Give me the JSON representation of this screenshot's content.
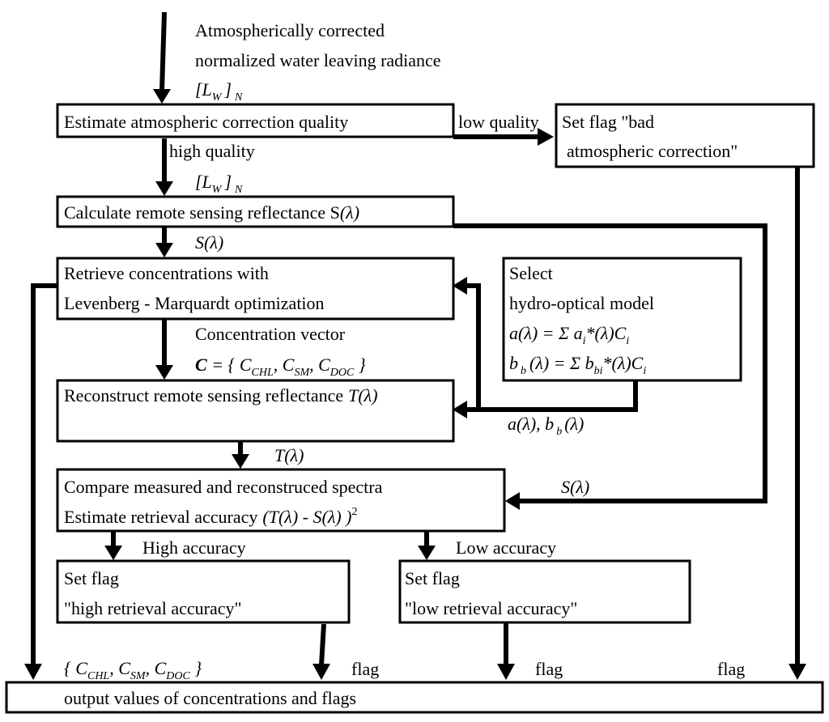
{
  "input": {
    "line1": "Atmospherically corrected",
    "line2": "normalized water leaving radiance",
    "symbol_a": "[L",
    "symbol_sub": "W",
    "symbol_b": "]",
    "symbol_n": "N"
  },
  "boxes": {
    "estimate_quality": "Estimate atmospheric correction quality",
    "bad_flag_line1": "Set flag \"bad",
    "bad_flag_line2": "atmospheric correction\"",
    "calc_reflectance": "Calculate remote sensing reflectance S",
    "calc_reflectance_lambda": "(λ)",
    "retrieve_line1": "Retrieve concentrations with",
    "retrieve_line2": "Levenberg - Marquardt optimization",
    "select_line1": "Select",
    "select_line2": "hydro-optical model",
    "select_eq1_left": "a(λ) = Σ a",
    "select_eq1_sub1": "i",
    "select_eq1_mid": "*(λ)C",
    "select_eq1_sub2": "i",
    "select_eq2_left": "b",
    "select_eq2_sub0": "b",
    "select_eq2_mid": "(λ) = Σ b",
    "select_eq2_sub1": "bi",
    "select_eq2_mid2": "*(λ)C",
    "select_eq2_sub2": "i",
    "reconstruct": "Reconstruct  remote sensing reflectance",
    "reconstruct_symbol": "T(λ)",
    "compare_line1": "Compare measured and reconstruced spectra",
    "compare_line2": "Estimate retrieval accuracy",
    "compare_expr": "(T(λ) - S(λ) )",
    "compare_exp": "2",
    "high_flag_line1": "Set flag",
    "high_flag_line2": "\"high retrieval accuracy\"",
    "low_flag_line1": "Set flag",
    "low_flag_line2": "\"low retrieval accuracy\"",
    "output": "output values of concentrations and flags"
  },
  "labels": {
    "low_quality": "low quality",
    "high_quality": "high quality",
    "lw2_a": "[L",
    "lw2_sub": "W",
    "lw2_b": "]",
    "lw2_n": "N",
    "s_lambda_1": "S(λ)",
    "conc_vector": "Concentration vector",
    "c_bold": "C",
    "c_eq": " = { C",
    "c_chl": "CHL",
    "c_sep1": ", C",
    "c_sm": "SM",
    "c_sep2": ", C",
    "c_doc": "DOC",
    "c_close": " }",
    "ab_a": "a(λ), b",
    "ab_sub": "b",
    "ab_end": "(λ)",
    "t_lambda": "T(λ)",
    "s_lambda_2": "S(λ)",
    "high_accuracy": "High accuracy",
    "low_accuracy": "Low accuracy",
    "out_c_open": "{ C",
    "out_chl": "CHL",
    "out_sep1": ", C",
    "out_sm": "SM",
    "out_sep2": ", C",
    "out_doc": "DOC",
    "out_close": " }",
    "flag_1": "flag",
    "flag_2": "flag",
    "flag_3": "flag"
  }
}
